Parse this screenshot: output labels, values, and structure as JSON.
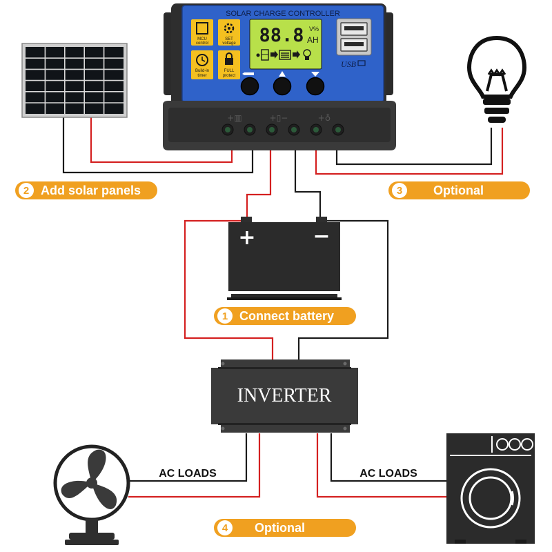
{
  "controller": {
    "title": "SOLAR CHARGE CONTROLLER",
    "lcd_digits": "88.8",
    "lcd_unit_top": "V%",
    "lcd_unit_bottom": "AH",
    "icon_mcu_label_1": "MCU",
    "icon_mcu_label_2": "control",
    "icon_set_label_1": "SET",
    "icon_set_label_2": "voltage",
    "icon_timer_label_1": "Build-in",
    "icon_timer_label_2": "timer",
    "icon_protect_label_1": "FULL",
    "icon_protect_label_2": "protect",
    "usb_label": "USB",
    "button_count": 3
  },
  "inverter": {
    "label": "INVERTER"
  },
  "loads": {
    "left_label": "AC LOADS",
    "right_label": "AC LOADS"
  },
  "battery": {
    "positive": "+",
    "negative": "−"
  },
  "steps": [
    {
      "number": "1",
      "text": "Connect battery"
    },
    {
      "number": "2",
      "text": "Add solar panels"
    },
    {
      "number": "3",
      "text": "Optional"
    },
    {
      "number": "4",
      "text": "Optional"
    }
  ],
  "colors": {
    "accent_orange": "#f0a020",
    "controller_blue": "#2f62c9",
    "lcd_green": "#b8e04a",
    "wire_red": "#d42020",
    "wire_black": "#1a1a1a",
    "device_dark": "#3a3a3a"
  }
}
